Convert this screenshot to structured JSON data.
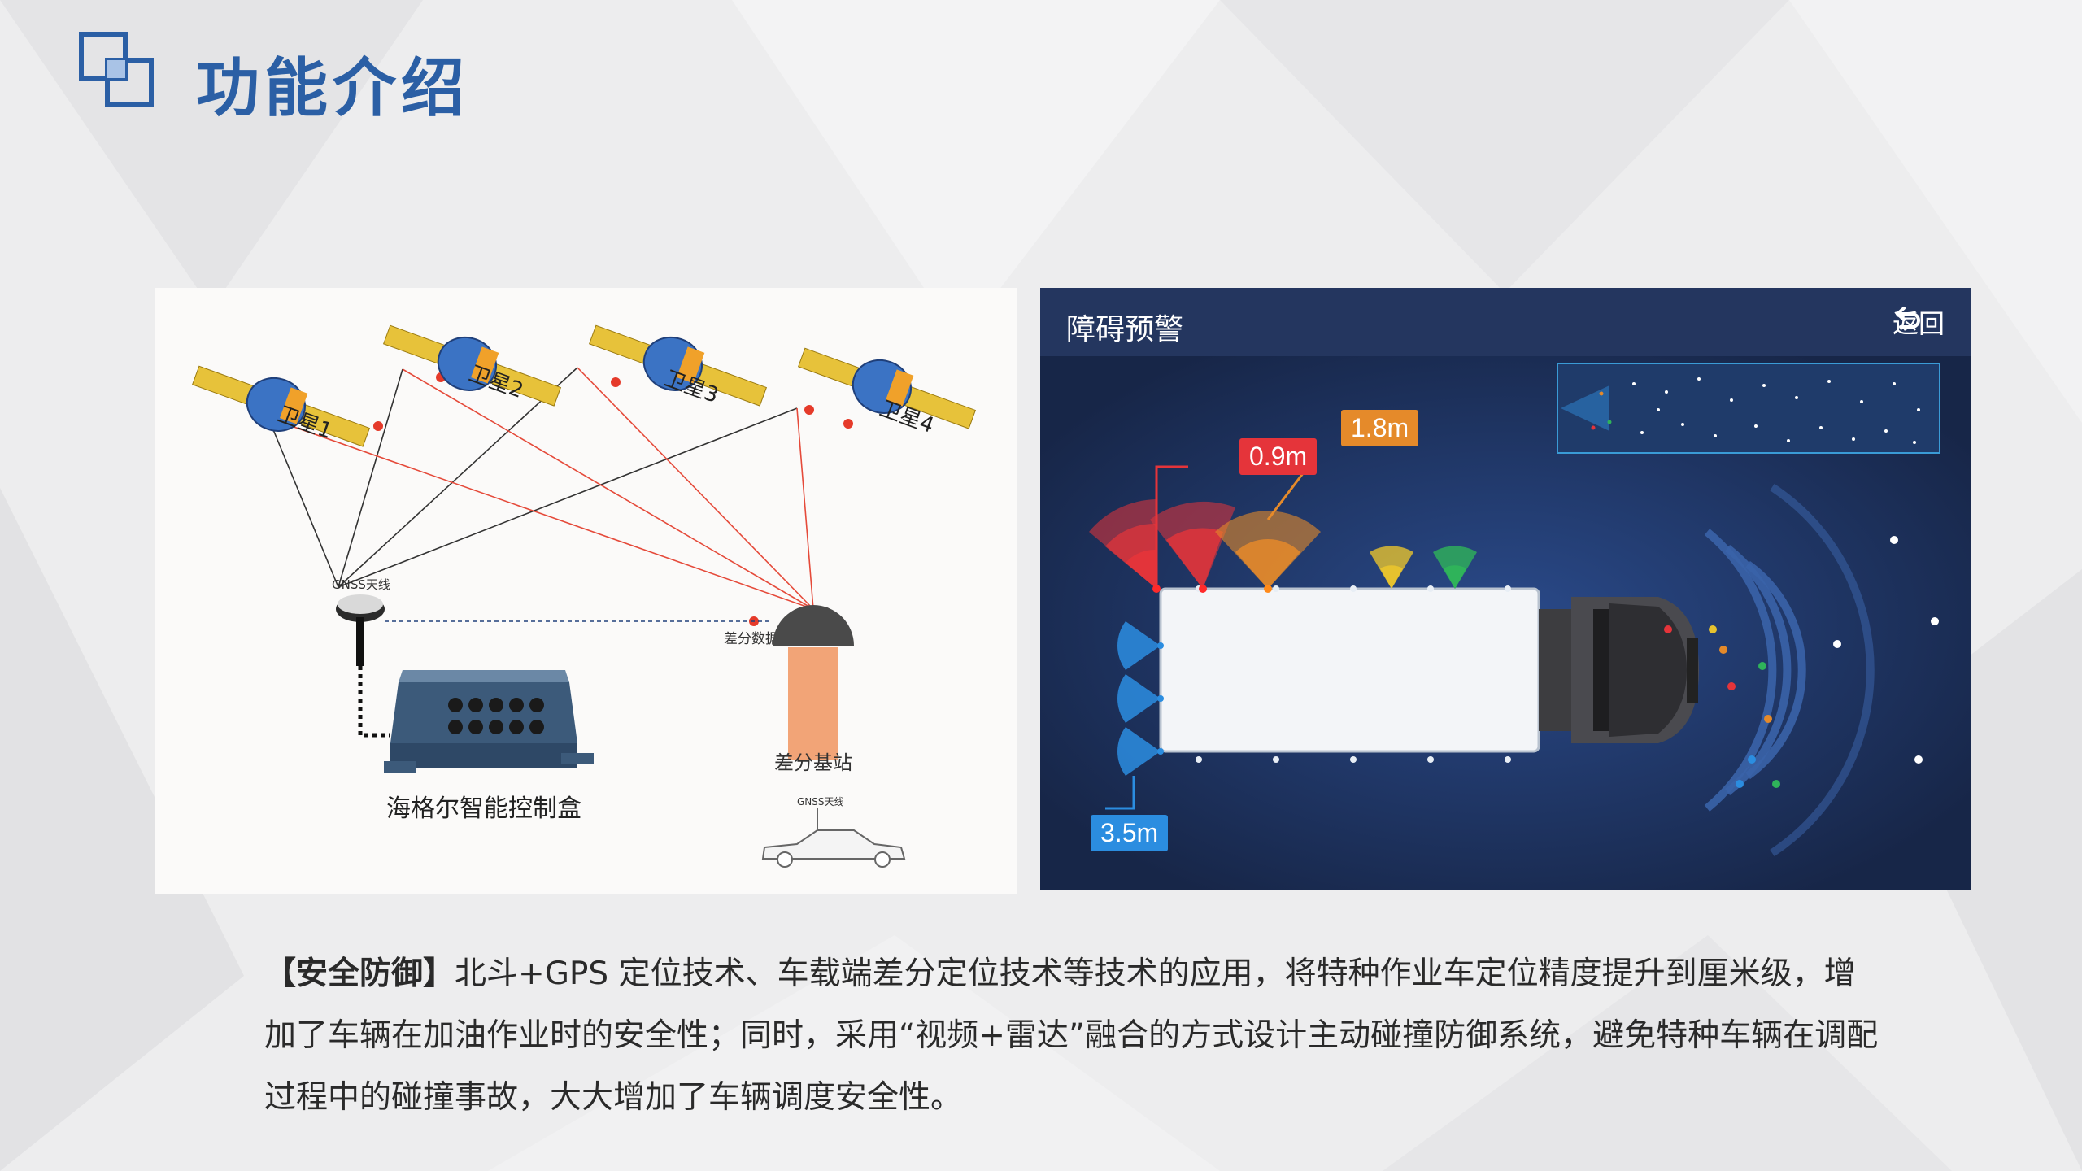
{
  "header": {
    "title": "功能介绍"
  },
  "left_panel": {
    "satellites": [
      "卫星1",
      "卫星2",
      "卫星3",
      "卫星4"
    ],
    "gnss_antenna_label": "GNSS天线",
    "diff_data_label": "差分数据",
    "base_station_label": "差分基站",
    "control_box_label": "海格尔智能控制盒",
    "vehicle_antenna_label": "GNSS天线"
  },
  "right_panel": {
    "title": "障碍预警",
    "back_label": "返回",
    "distances": {
      "front_left": "0.9m",
      "front_mid": "1.8m",
      "left_side": "3.5m"
    },
    "colors": {
      "red": "#e5343a",
      "orange": "#e58a2a",
      "yellow": "#e6c22e",
      "green": "#2fb35a",
      "blue": "#2b8de0"
    }
  },
  "caption": {
    "lead": "【安全防御】",
    "text": "北斗+GPS 定位技术、车载端差分定位技术等技术的应用，将特种作业车定位精度提升到厘米级，增加了车辆在加油作业时的安全性；同时，采用“视频+雷达”融合的方式设计主动碰撞防御系统，避免特种车辆在调配过程中的碰撞事故，大大增加了车辆调度安全性。"
  }
}
